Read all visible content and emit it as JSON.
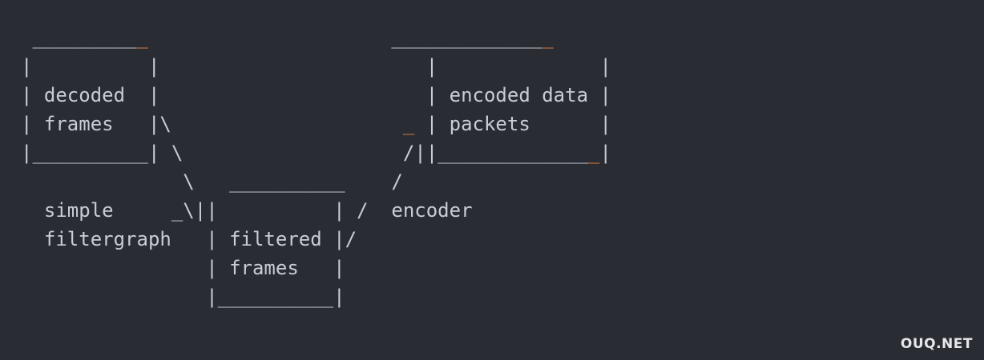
{
  "diagram": {
    "accent_color": "#e0803a",
    "text_color": "#c9ccd6",
    "background_color": "#2a2c34",
    "lines": [
      [
        {
          "t": " _________"
        },
        {
          "t": "_",
          "accent": true
        },
        {
          "t": "                     _____________"
        },
        {
          "t": "_",
          "accent": true
        }
      ],
      [
        {
          "t": "|          |                       |              |"
        }
      ],
      [
        {
          "t": "| decoded  |                       | encoded data |"
        }
      ],
      [
        {
          "t": "| frames   |\\                    "
        },
        {
          "t": "_",
          "accent": true
        },
        {
          "t": " | packets      |"
        }
      ],
      [
        {
          "t": "|__________| \\                   /||_____________"
        },
        {
          "t": "_",
          "accent": true
        },
        {
          "t": "|"
        }
      ],
      [
        {
          "t": "              \\   __________    /"
        }
      ],
      [
        {
          "t": "  simple     _\\||          | /  encoder"
        }
      ],
      [
        {
          "t": "  filtergraph   | filtered |/"
        }
      ],
      [
        {
          "t": "                | frames   |"
        }
      ],
      [
        {
          "t": "                |__________|"
        }
      ]
    ]
  },
  "watermark": {
    "text": "OUQ.NET"
  }
}
